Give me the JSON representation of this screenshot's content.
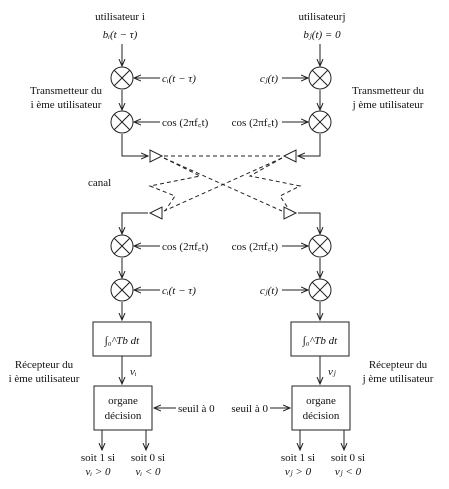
{
  "user_i": {
    "name": "utilisateur i",
    "signal": "bᵢ(t − τ)",
    "transmitter": [
      "Transmetteur du",
      "i ème utilisateur"
    ],
    "code_tx": "cᵢ(t − τ)",
    "carrier_tx": "cos (2πf꜀t)",
    "carrier_rx": "cos (2πf꜀t)",
    "code_rx": "cᵢ(t − τ)",
    "integrator": "∫₀^Tb dt",
    "out": "vᵢ",
    "receiver": [
      "Récepteur du",
      "i ème utilisateur"
    ],
    "decision": [
      "organe",
      "décision"
    ],
    "threshold": "seuil à 0",
    "bit1": [
      "soit 1 si",
      "vᵢ > 0"
    ],
    "bit0": [
      "soit 0 si",
      "vᵢ < 0"
    ]
  },
  "user_j": {
    "name": "utilisateurj",
    "signal": "bⱼ(t) = 0",
    "transmitter": [
      "Transmetteur du",
      "j ème utilisateur"
    ],
    "code_tx": "cⱼ(t)",
    "carrier_tx": "cos (2πf꜀t)",
    "carrier_rx": "cos (2πf꜀t)",
    "code_rx": "cⱼ(t)",
    "integrator": "∫₀^Tb dt",
    "out": "vⱼ",
    "receiver": [
      "Récepteur du",
      "j ème utilisateur"
    ],
    "decision": [
      "organe",
      "décision"
    ],
    "threshold": "seuil à 0",
    "bit1": [
      "soit 1 si",
      "vⱼ > 0"
    ],
    "bit0": [
      "soit 0 si",
      "vⱼ < 0"
    ]
  },
  "channel_label": "canal"
}
